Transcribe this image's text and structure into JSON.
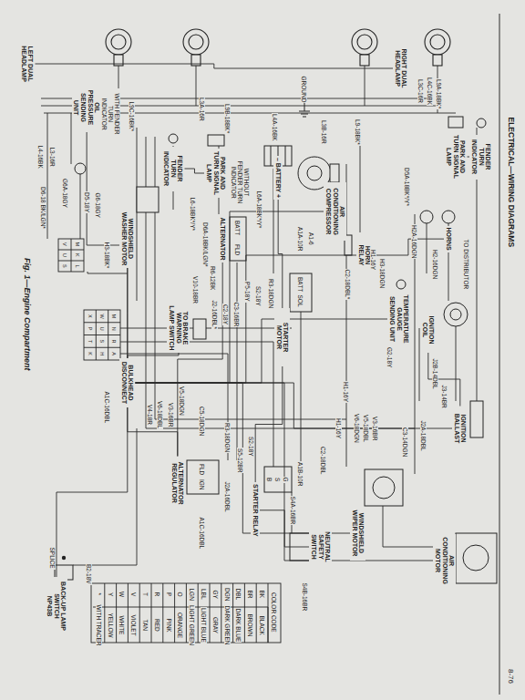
{
  "diagram": {
    "title": "ELECTRICAL—WIRING DIAGRAMS",
    "caption": "Fig. 1—Engine Compartment",
    "nodes": [
      {
        "text": [
          "LEFT DUAL HEADLAMP"
        ]
      },
      {
        "text": [
          "RIGHT DUAL HEADLAMP"
        ]
      },
      {
        "text": [
          "PARK AND TURN SIGNAL LAMP"
        ]
      },
      {
        "text": [
          "FENDER TURN INDICATOR"
        ]
      },
      {
        "text": [
          "PARK AND TURN SIGNAL LAMP"
        ]
      },
      {
        "text": [
          "FENDER TURN INDICATOR"
        ]
      },
      {
        "text": [
          "OIL PRESSURE SENDING UNIT"
        ]
      },
      {
        "text": [
          "– BATTERY +"
        ]
      },
      {
        "text": [
          "AIR CONDITIONING COMPRESSOR"
        ]
      },
      {
        "text": [
          "HORNS"
        ]
      },
      {
        "text": [
          "HORN RELAY"
        ]
      },
      {
        "text": [
          "TEMPERATURE GAUGE SENDING UNIT"
        ]
      },
      {
        "text": [
          "IGNITION COIL"
        ]
      },
      {
        "text": [
          "IGNITION BALLAST"
        ]
      },
      {
        "text": [
          "AIR CONDITIONING MOTOR"
        ]
      },
      {
        "text": [
          "WINDSHIELD WIPER MOTOR"
        ]
      },
      {
        "text": [
          "STARTER MOTOR"
        ]
      },
      {
        "text": [
          "STARTER RELAY"
        ]
      },
      {
        "text": [
          "ALTERNATOR"
        ]
      },
      {
        "text": [
          "ALTERNATOR REGULATOR"
        ]
      },
      {
        "text": [
          "WINDSHIELD WASHER MOTOR"
        ]
      },
      {
        "text": [
          "TO BRAKE WARNING LAMP SWITCH"
        ]
      },
      {
        "text": [
          "BULKHEAD DISCONNECT"
        ]
      },
      {
        "text": [
          "NEUTRAL SAFETY SWITCH"
        ]
      },
      {
        "text": [
          "BACK-UP LAMP SWITCH",
          "NP43B"
        ]
      }
    ],
    "edges": [
      {
        "from": 0,
        "to": 1,
        "arrow": "none"
      },
      {
        "from": 2,
        "to": 3,
        "arrow": "none"
      },
      {
        "from": 4,
        "to": 5,
        "arrow": "none"
      },
      {
        "from": 9,
        "to": 10,
        "arrow": "none"
      },
      {
        "from": 10,
        "to": 22,
        "arrow": "none"
      },
      {
        "from": 11,
        "to": 22,
        "arrow": "none"
      },
      {
        "from": 12,
        "to": 13,
        "arrow": "none"
      },
      {
        "from": 13,
        "to": 22,
        "arrow": "none"
      },
      {
        "from": 7,
        "to": 16,
        "arrow": "none"
      },
      {
        "from": 16,
        "to": 17,
        "arrow": "none"
      },
      {
        "from": 18,
        "to": 19,
        "arrow": "none"
      },
      {
        "from": 19,
        "to": 22,
        "arrow": "none"
      },
      {
        "from": 15,
        "to": 22,
        "arrow": "none"
      },
      {
        "from": 14,
        "to": 22,
        "arrow": "none"
      },
      {
        "from": 20,
        "to": 22,
        "arrow": "none"
      },
      {
        "from": 23,
        "to": 17,
        "arrow": "none"
      },
      {
        "from": 24,
        "to": 22,
        "arrow": "none"
      },
      {
        "from": 6,
        "to": 22,
        "arrow": "none"
      },
      {
        "from": 8,
        "to": 22,
        "arrow": "none"
      },
      {
        "from": 21,
        "to": 22,
        "arrow": "none"
      }
    ],
    "labels": [
      "8-76",
      "GROUND",
      "L3C-16R",
      "L4C-16BK",
      "L9A-18BK*",
      "L3B-16R",
      "L9-18BK*",
      "L4A-16BK",
      "L9B-18BK*",
      "L3A-16R",
      "L9C-16BK*",
      "WITH FENDER TURN INDICATOR",
      "L4-16BK",
      "L3-16R",
      "G6A-18GY",
      "D6-18 BK/LGN*",
      "D5-18Y",
      "G6-18GY",
      "H3-18BK*",
      "L6-18BK*/Y*",
      "D6A-18BK/LGN*",
      "R6-12BK",
      "L6A-18BK*/Y*",
      "A1A-10R",
      "A1-6",
      "D5A-18BK*/Y*",
      "H2A-16DGN",
      "H2-16DGN",
      "H1-16Y",
      "H3-18DGN",
      "C2-18DBL*",
      "TO DISTRIBUTOR",
      "J2B-14DBL",
      "G2-18Y",
      "J3-14BR",
      "J2A-18DBL",
      "H1-16Y",
      "V10-18BR",
      "J2-16DBL*",
      "C2-18Y",
      "C3-16BR",
      "P5-18Y",
      "S2-18Y",
      "R3-18DGN",
      "BATT",
      "SOL",
      "BATT",
      "FLD",
      "V5-18DGN",
      "V4-18R",
      "V6-18DBL",
      "V3-16BR",
      "C5-18DGN",
      "A1C-16DBL",
      "R3-18DGN",
      "S5-12BR",
      "S2-18Y",
      "J2A-16DBL",
      "A1B-10R",
      "C2-18DBL",
      "H1-16Y",
      "V6-18DGN",
      "V5-18DBL",
      "V3-16BR",
      "C3-14DGN",
      "S4A-16BR",
      "S4B-16BR",
      "A1C-16DBL",
      "B2-18V",
      "SPLICE",
      "FLD",
      "IGN",
      "B",
      "S",
      "G",
      "WITHOUT FENDER TURN INDICATOR",
      "X",
      "W",
      "M",
      "P",
      "U",
      "N",
      "T",
      "S",
      "R",
      "K",
      "H",
      "A",
      "V",
      "M",
      "U",
      "K",
      "S",
      "L",
      "COLOR CODE",
      "BK",
      "BLACK",
      "BR",
      "BROWN",
      "DBL",
      "DARK BLUE",
      "DGN",
      "DARK GREEN",
      "GY",
      "GRAY",
      "LBL",
      "LIGHT BLUE",
      "LGN",
      "LIGHT GREEN",
      "O",
      "ORANGE",
      "P",
      "PINK",
      "R",
      "RED",
      "T",
      "TAN",
      "V",
      "VIOLET",
      "W",
      "WHITE",
      "Y",
      "YELLOW",
      "*",
      "WITH TRACER"
    ]
  }
}
